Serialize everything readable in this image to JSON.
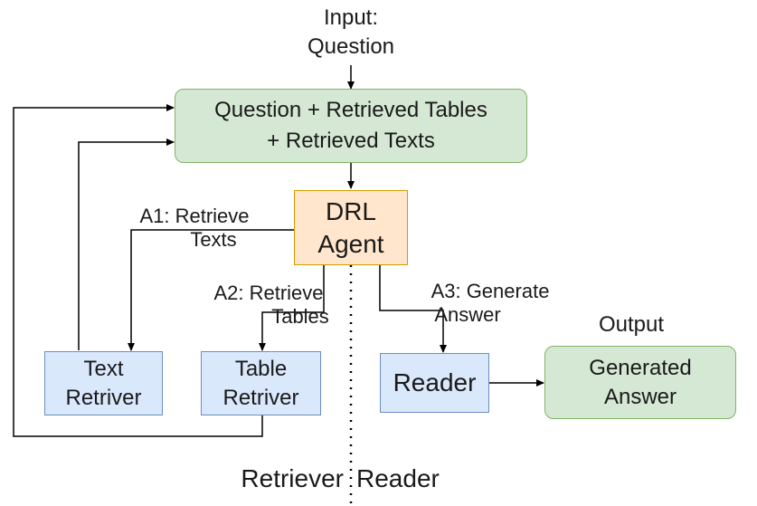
{
  "input": {
    "line1": "Input:",
    "line2": "Question"
  },
  "state_box": {
    "line1": "Question + Retrieved Tables",
    "line2": "+ Retrieved Texts"
  },
  "agent_box": {
    "line1": "DRL",
    "line2": "Agent"
  },
  "actions": {
    "a1": {
      "line1": "A1: Retrieve",
      "line2": "Texts"
    },
    "a2": {
      "line1": "A2: Retrieve",
      "line2": "Tables"
    },
    "a3": {
      "line1": "A3: Generate",
      "line2": "Answer"
    }
  },
  "text_retriever": {
    "line1": "Text",
    "line2": "Retriver"
  },
  "table_retriever": {
    "line1": "Table",
    "line2": "Retriver"
  },
  "reader": {
    "label": "Reader"
  },
  "output": {
    "title": "Output",
    "line1": "Generated",
    "line2": "Answer"
  },
  "sections": {
    "retriever": "Retriever",
    "reader": "Reader"
  }
}
